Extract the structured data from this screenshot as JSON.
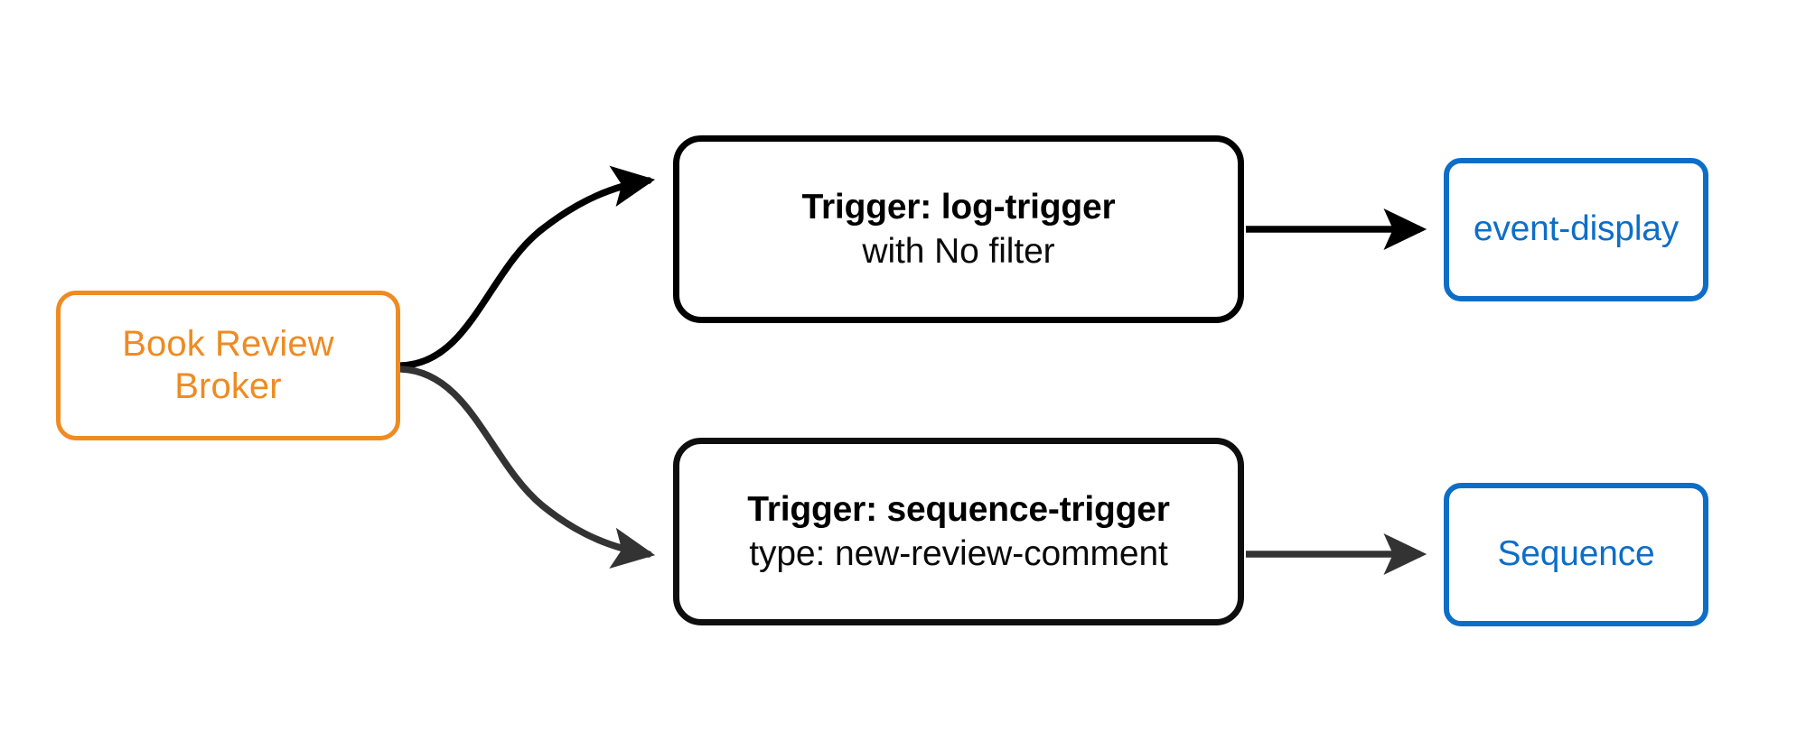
{
  "diagram": {
    "type": "flow-diagram",
    "background_color": "#ffffff",
    "colors": {
      "broker_stroke": "#ee8b22",
      "broker_text": "#ee8b22",
      "trigger_stroke": "#000000",
      "trigger_text": "#000000",
      "sink_stroke": "#0d6ec8",
      "sink_text": "#0d6ec8",
      "edge_top": "#000000",
      "edge_bottom": "#333333"
    },
    "nodes": {
      "broker": {
        "line1": "Book Review",
        "line2": "Broker"
      },
      "trigger_log": {
        "title": "Trigger: log-trigger",
        "subtitle": "with No filter"
      },
      "trigger_sequence": {
        "title": "Trigger: sequence-trigger",
        "subtitle": "type: new-review-comment"
      },
      "sink_event_display": {
        "label": "event-display"
      },
      "sink_sequence": {
        "label": "Sequence"
      }
    },
    "edges": [
      {
        "from": "broker",
        "to": "trigger_log",
        "style": "curved",
        "color": "#000000",
        "arrow": true
      },
      {
        "from": "broker",
        "to": "trigger_sequence",
        "style": "curved",
        "color": "#333333",
        "arrow": true
      },
      {
        "from": "trigger_log",
        "to": "sink_event_display",
        "style": "straight",
        "color": "#000000",
        "arrow": true
      },
      {
        "from": "trigger_sequence",
        "to": "sink_sequence",
        "style": "straight",
        "color": "#333333",
        "arrow": true
      }
    ]
  }
}
